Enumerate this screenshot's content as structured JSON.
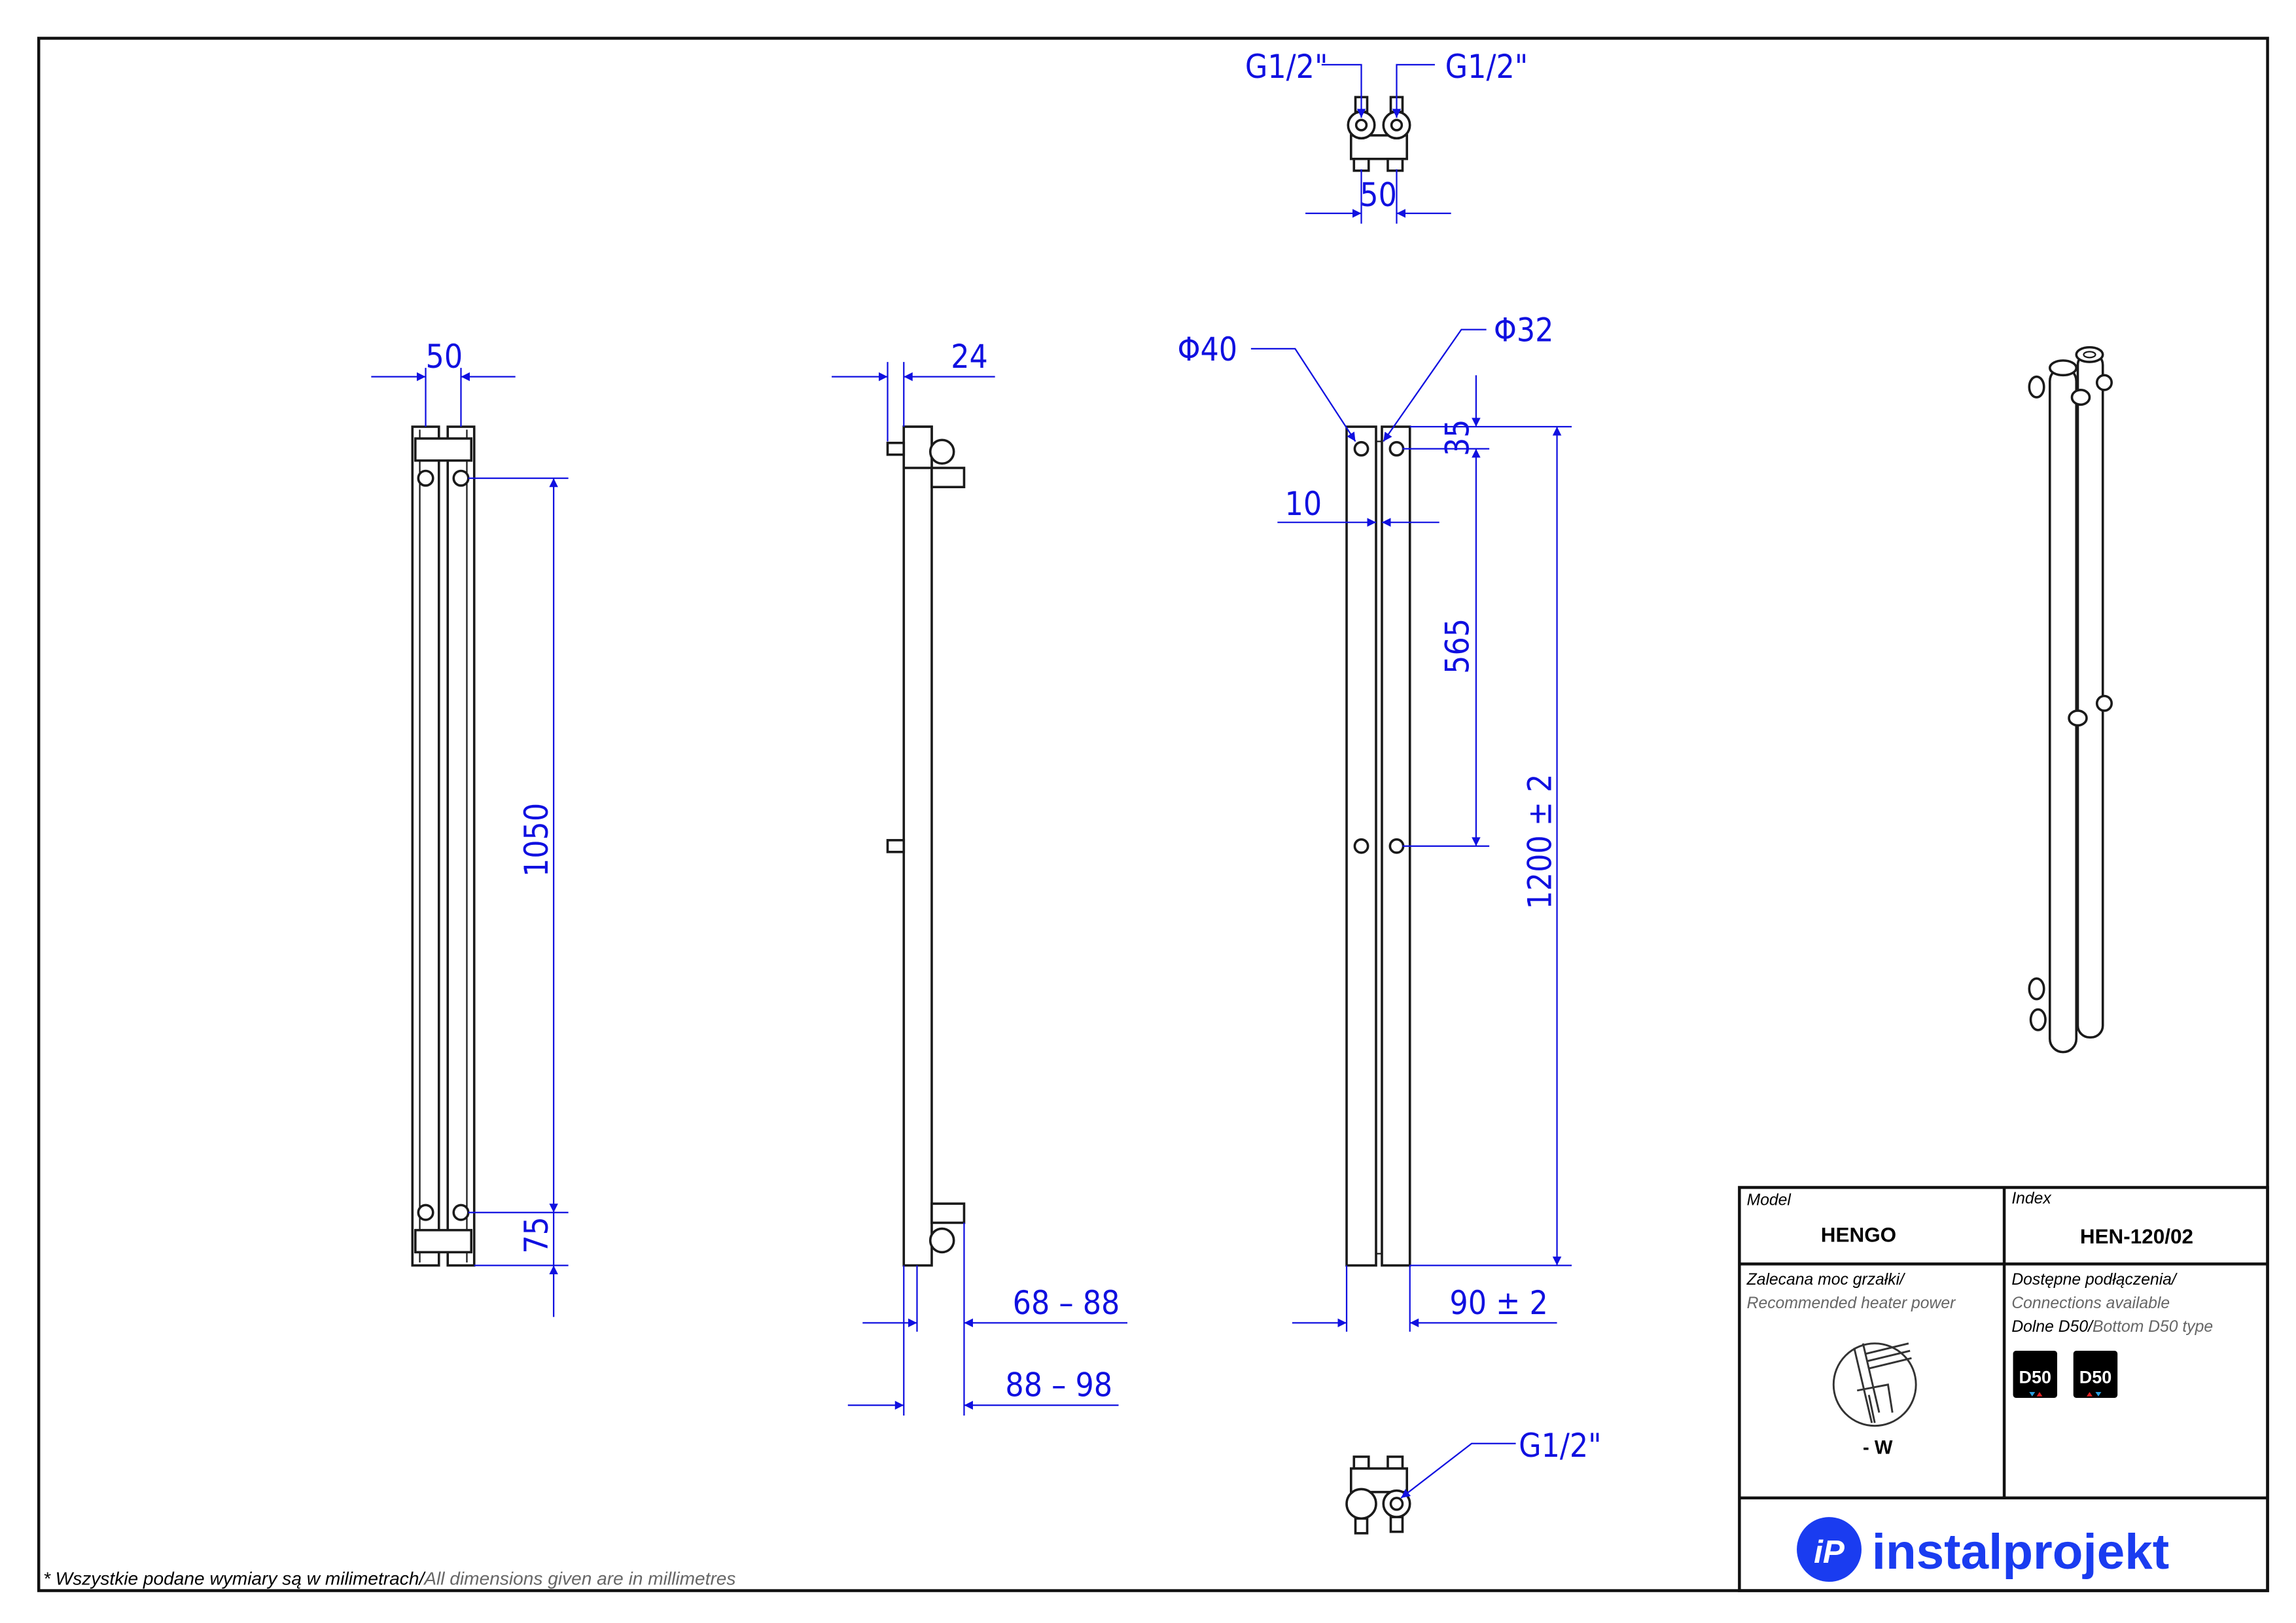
{
  "dimensions": {
    "front_width": "50",
    "front_valve_spacing": "1050",
    "front_bottom_offset": "75",
    "side_depth": "24",
    "side_range_1": "68 – 88",
    "side_range_2": "88 – 98",
    "tube_diameter_large": "Φ40",
    "tube_diameter_small": "Φ32",
    "gap": "10",
    "top_offset": "35",
    "mid_spacing": "565",
    "height": "1200 ± 2",
    "width_total": "90 ± 2",
    "top_conn_left": "G1/2\"",
    "top_conn_right": "G1/2\"",
    "top_conn_spacing": "50",
    "bottom_conn": "G1/2\""
  },
  "title_block": {
    "model_label": "Model",
    "model_value": "HENGO",
    "index_label": "Index",
    "index_value": "HEN-120/02",
    "heater_label_pl": "Zalecana moc grzałki/",
    "heater_label_en": "Recommended heater power",
    "heater_value": "- W",
    "connections_label_pl": "Dostępne podłączenia/",
    "connections_label_en": "Connections available",
    "connection_type_pl": "Dolne D50/",
    "connection_type_en": "Bottom D50 type",
    "badges": [
      "D50",
      "D50"
    ],
    "brand": "instalprojekt",
    "brand_color": "#1a3cf0"
  },
  "footer": {
    "note_pl": "* Wszystkie podane wymiary są w milimetrach/",
    "note_en": "All dimensions given are in millimetres"
  }
}
